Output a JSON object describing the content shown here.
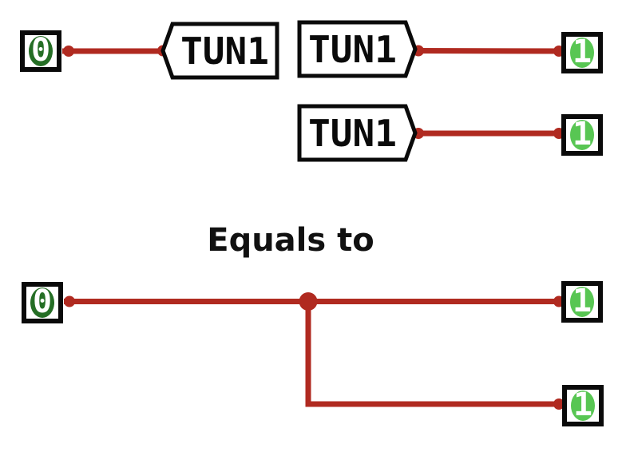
{
  "colors": {
    "wire": "#b02a20",
    "value_low_fill": "#256e25",
    "value_high_fill": "#58c653",
    "component_outline": "#0a0a0a",
    "background": "#ffffff"
  },
  "heading": {
    "text": "Equals to"
  },
  "top_circuit": {
    "input": {
      "value": "0"
    },
    "tunnels": [
      {
        "label": "TUN1",
        "direction": "left"
      },
      {
        "label": "TUN1",
        "direction": "right"
      },
      {
        "label": "TUN1",
        "direction": "right"
      }
    ],
    "outputs": [
      {
        "value": "1"
      },
      {
        "value": "1"
      }
    ]
  },
  "bottom_circuit": {
    "input": {
      "value": "0"
    },
    "outputs": [
      {
        "value": "1"
      },
      {
        "value": "1"
      }
    ]
  }
}
